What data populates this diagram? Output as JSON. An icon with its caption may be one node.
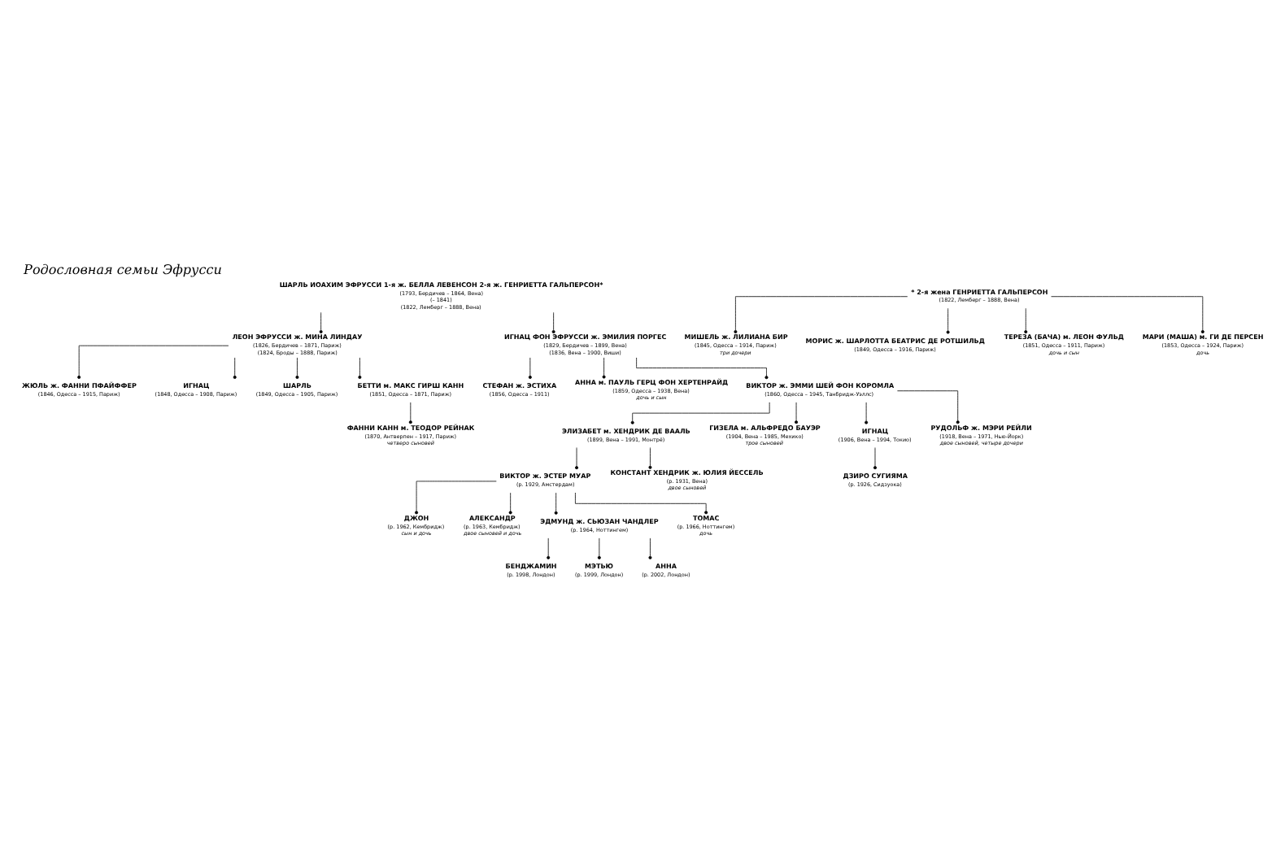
{
  "diagram": {
    "title": "Родословная семьи Эфрусси",
    "nodes": [
      {
        "text": [
          "ШАРЛЬ ИОАХИМ ЭФРУССИ 1-я ж. БЕЛЛА ЛЕВЕНСОН 2-я ж. ГЕНРИЕТТА ГАЛЬПЕРСОН*",
          "(1793, Бердичев – 1864, Вена)",
          "(– 1841)",
          "(1822, Лемберг – 1888, Вена)"
        ]
      },
      {
        "text": [
          "ЛЕОН ЭФРУССИ ж. МИНА ЛИНДАУ",
          "(1826, Бердичев – 1871, Париж)",
          "(1824, Броды – 1888, Париж)"
        ]
      },
      {
        "text": [
          "ИГНАЦ ФОН ЭФРУССИ ж. ЭМИЛИЯ ПОРГЕС",
          "(1829, Бердичев – 1899, Вена)",
          "(1836, Вена – 1900, Виши)"
        ]
      },
      {
        "text": [
          "ЖЮЛЬ ж. ФАННИ ПФАЙФФЕР",
          "(1846, Одесса – 1915, Париж)"
        ]
      },
      {
        "text": [
          "ИГНАЦ",
          "(1848, Одесса – 1908, Париж)"
        ]
      },
      {
        "text": [
          "ШАРЛЬ",
          "(1849, Одесса – 1905, Париж)"
        ]
      },
      {
        "text": [
          "БЕТТИ м. МАКС ГИРШ КАНН",
          "(1851, Одесса – 1871, Париж)"
        ]
      },
      {
        "text": [
          "ФАННИ КАНН м. ТЕОДОР РЕЙНАК",
          "(1870, Антверпен – 1917, Париж)"
        ],
        "beside": [
          "четверо сыновей"
        ]
      },
      {
        "text": [
          "СТЕФАН ж. ЭСТИХА",
          "(1856, Одесса – 1911)"
        ]
      },
      {
        "text": [
          "АННА м. ПАУЛЬ ГЕРЦ ФОН ХЕРТЕНРАЙД",
          "(1859, Одесса – 1938, Вена)"
        ],
        "beside": [
          "дочь и сын"
        ]
      },
      {
        "text": [
          "ВИКТОР ж. ЭММИ ШЕЙ ФОН КОРОМЛА",
          "(1860, Одесса – 1945, Танбридж-Уэллс)"
        ]
      },
      {
        "text": [
          "ЭЛИЗАБЕТ м. ХЕНДРИК ДЕ ВААЛЬ",
          "(1899, Вена – 1991, Монтрё)"
        ]
      },
      {
        "text": [
          "ГИЗЕЛА м. АЛЬФРЕДО БАУЭР",
          "(1904, Вена – 1985, Мехико)"
        ],
        "beside": [
          "трое сыновей"
        ]
      },
      {
        "text": [
          "ИГНАЦ",
          "(1906, Вена – 1994, Токио)"
        ]
      },
      {
        "text": [
          "РУДОЛЬФ ж. МЭРИ РЕЙЛИ",
          "(1918, Вена – 1971, Нью-Йорк)"
        ],
        "beside": [
          "двое сыновей, четыре дочери"
        ]
      },
      {
        "text": [
          "ВИКТОР ж. ЭСТЕР МУАР",
          "(р. 1929, Амстердам)"
        ]
      },
      {
        "text": [
          "КОНСТАНТ ХЕНДРИК ж. ЮЛИЯ ЙЕССЕЛЬ",
          "(р. 1931, Вена)"
        ],
        "beside": [
          "двое сыновей"
        ]
      },
      {
        "text": [
          "ДЗИРО СУГИЯМА",
          "(р. 1926, Сидзуока)"
        ]
      },
      {
        "text": [
          "ДЖОН",
          "(р. 1962, Кембридж)"
        ],
        "beside": [
          "сын и дочь"
        ]
      },
      {
        "text": [
          "АЛЕКСАНДР",
          "(р. 1963, Кембридж)"
        ],
        "beside": [
          "двое сыновей и дочь"
        ]
      },
      {
        "text": [
          "ЭДМУНД ж. СЬЮЗАН ЧАНДЛЕР",
          "(р. 1964, Ноттингем)"
        ]
      },
      {
        "text": [
          "ТОМАС",
          "(р. 1966, Ноттингем)"
        ],
        "beside": [
          "дочь"
        ]
      },
      {
        "text": [
          "БЕНДЖАМИН",
          "(р. 1998, Лондон)"
        ]
      },
      {
        "text": [
          "МЭТЬЮ",
          "(р. 1999, Лондон)"
        ]
      },
      {
        "text": [
          "АННА",
          "(р. 2002, Лондон)"
        ]
      },
      {
        "text": [
          "* 2-я жена ГЕНРИЕТТА ГАЛЬПЕРСОН",
          "(1822, Лемберг – 1888, Вена)"
        ]
      },
      {
        "text": [
          "МИШЕЛЬ ж. ЛИЛИАНА БИР",
          "(1845, Одесса – 1914, Париж)"
        ],
        "beside": [
          "три дочери"
        ]
      },
      {
        "text": [
          "МОРИС ж. ШАРЛОТТА БЕАТРИС ДЕ РОТШИЛЬД",
          "(1849, Одесса – 1916, Париж)"
        ]
      },
      {
        "text": [
          "ТЕРЕЗА (БАЧА) м. ЛЕОН ФУЛЬД",
          "(1851, Одесса – 1911, Париж)"
        ],
        "beside": [
          "дочь и сын"
        ]
      },
      {
        "text": [
          "МАРИ (МАША) м. ГИ ДЕ ПЕРСЕН",
          "(1853, Одесса – 1924, Париж)"
        ],
        "beside": [
          "дочь"
        ]
      }
    ],
    "edges": [
      {
        "from": 0,
        "to": 1,
        "arrow": "other"
      },
      {
        "from": 0,
        "to": 2,
        "arrow": "other"
      },
      {
        "from": 1,
        "to": 3,
        "arrow": "other"
      },
      {
        "from": 1,
        "to": 4,
        "arrow": "other"
      },
      {
        "from": 1,
        "to": 5,
        "arrow": "other"
      },
      {
        "from": 1,
        "to": 6,
        "arrow": "other"
      },
      {
        "from": 6,
        "to": 7,
        "arrow": "other"
      },
      {
        "from": 2,
        "to": 8,
        "arrow": "other"
      },
      {
        "from": 2,
        "to": 9,
        "arrow": "other"
      },
      {
        "from": 2,
        "to": 10,
        "arrow": "other"
      },
      {
        "from": 10,
        "to": 11,
        "arrow": "other"
      },
      {
        "from": 10,
        "to": 12,
        "arrow": "other"
      },
      {
        "from": 10,
        "to": 13,
        "arrow": "other"
      },
      {
        "from": 10,
        "to": 14,
        "arrow": "other"
      },
      {
        "from": 11,
        "to": 15,
        "arrow": "other"
      },
      {
        "from": 11,
        "to": 16,
        "arrow": "other"
      },
      {
        "from": 13,
        "to": 17,
        "arrow": "other"
      },
      {
        "from": 15,
        "to": 18,
        "arrow": "other"
      },
      {
        "from": 15,
        "to": 19,
        "arrow": "other"
      },
      {
        "from": 15,
        "to": 20,
        "arrow": "other"
      },
      {
        "from": 15,
        "to": 21,
        "arrow": "other"
      },
      {
        "from": 20,
        "to": 22,
        "arrow": "other"
      },
      {
        "from": 20,
        "to": 23,
        "arrow": "other"
      },
      {
        "from": 20,
        "to": 24,
        "arrow": "other"
      },
      {
        "from": 25,
        "to": 26,
        "arrow": "other"
      },
      {
        "from": 25,
        "to": 27,
        "arrow": "other"
      },
      {
        "from": 25,
        "to": 28,
        "arrow": "other"
      },
      {
        "from": 25,
        "to": 29,
        "arrow": "other"
      }
    ]
  }
}
